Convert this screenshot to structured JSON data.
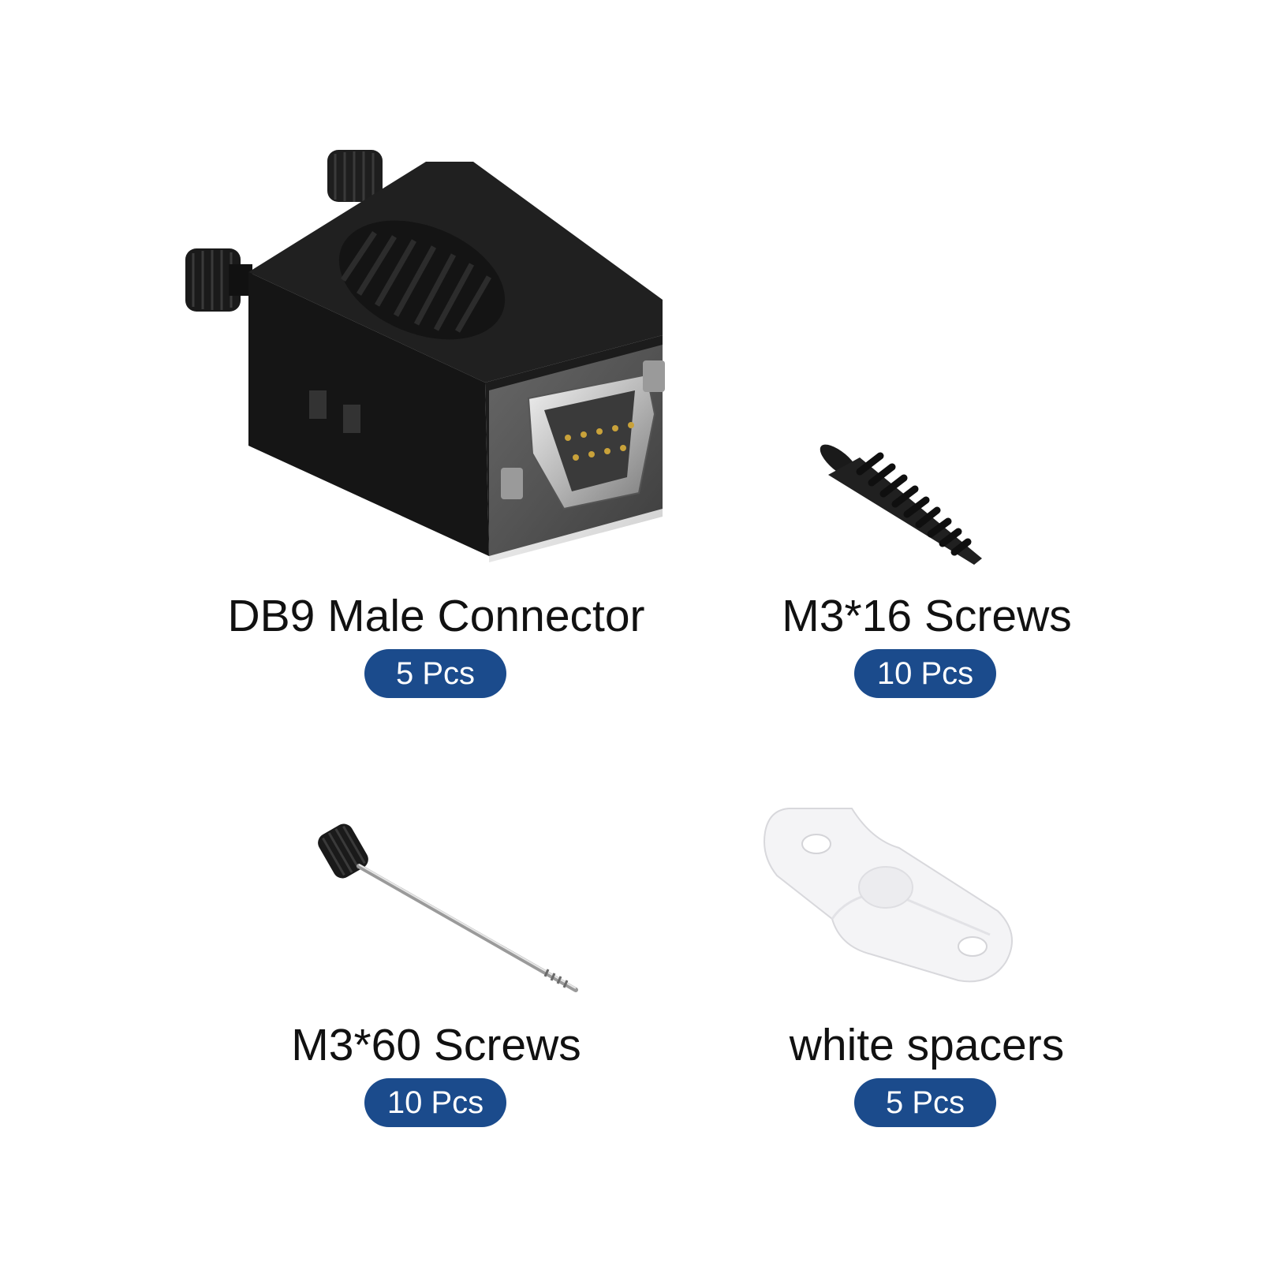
{
  "colors": {
    "background": "#ffffff",
    "label_text": "#111111",
    "badge_fill": "#1b4b8c",
    "badge_text": "#ffffff"
  },
  "items": [
    {
      "name": "DB9 Male Connector",
      "quantity": "5 Pcs",
      "icon": "db9-connector-icon"
    },
    {
      "name": "M3*16 Screws",
      "quantity": "10 Pcs",
      "icon": "screw-icon"
    },
    {
      "name": "M3*60 Screws",
      "quantity": "10 Pcs",
      "icon": "long-screw-icon"
    },
    {
      "name": "white spacers",
      "quantity": "5 Pcs",
      "icon": "spacer-icon"
    }
  ]
}
